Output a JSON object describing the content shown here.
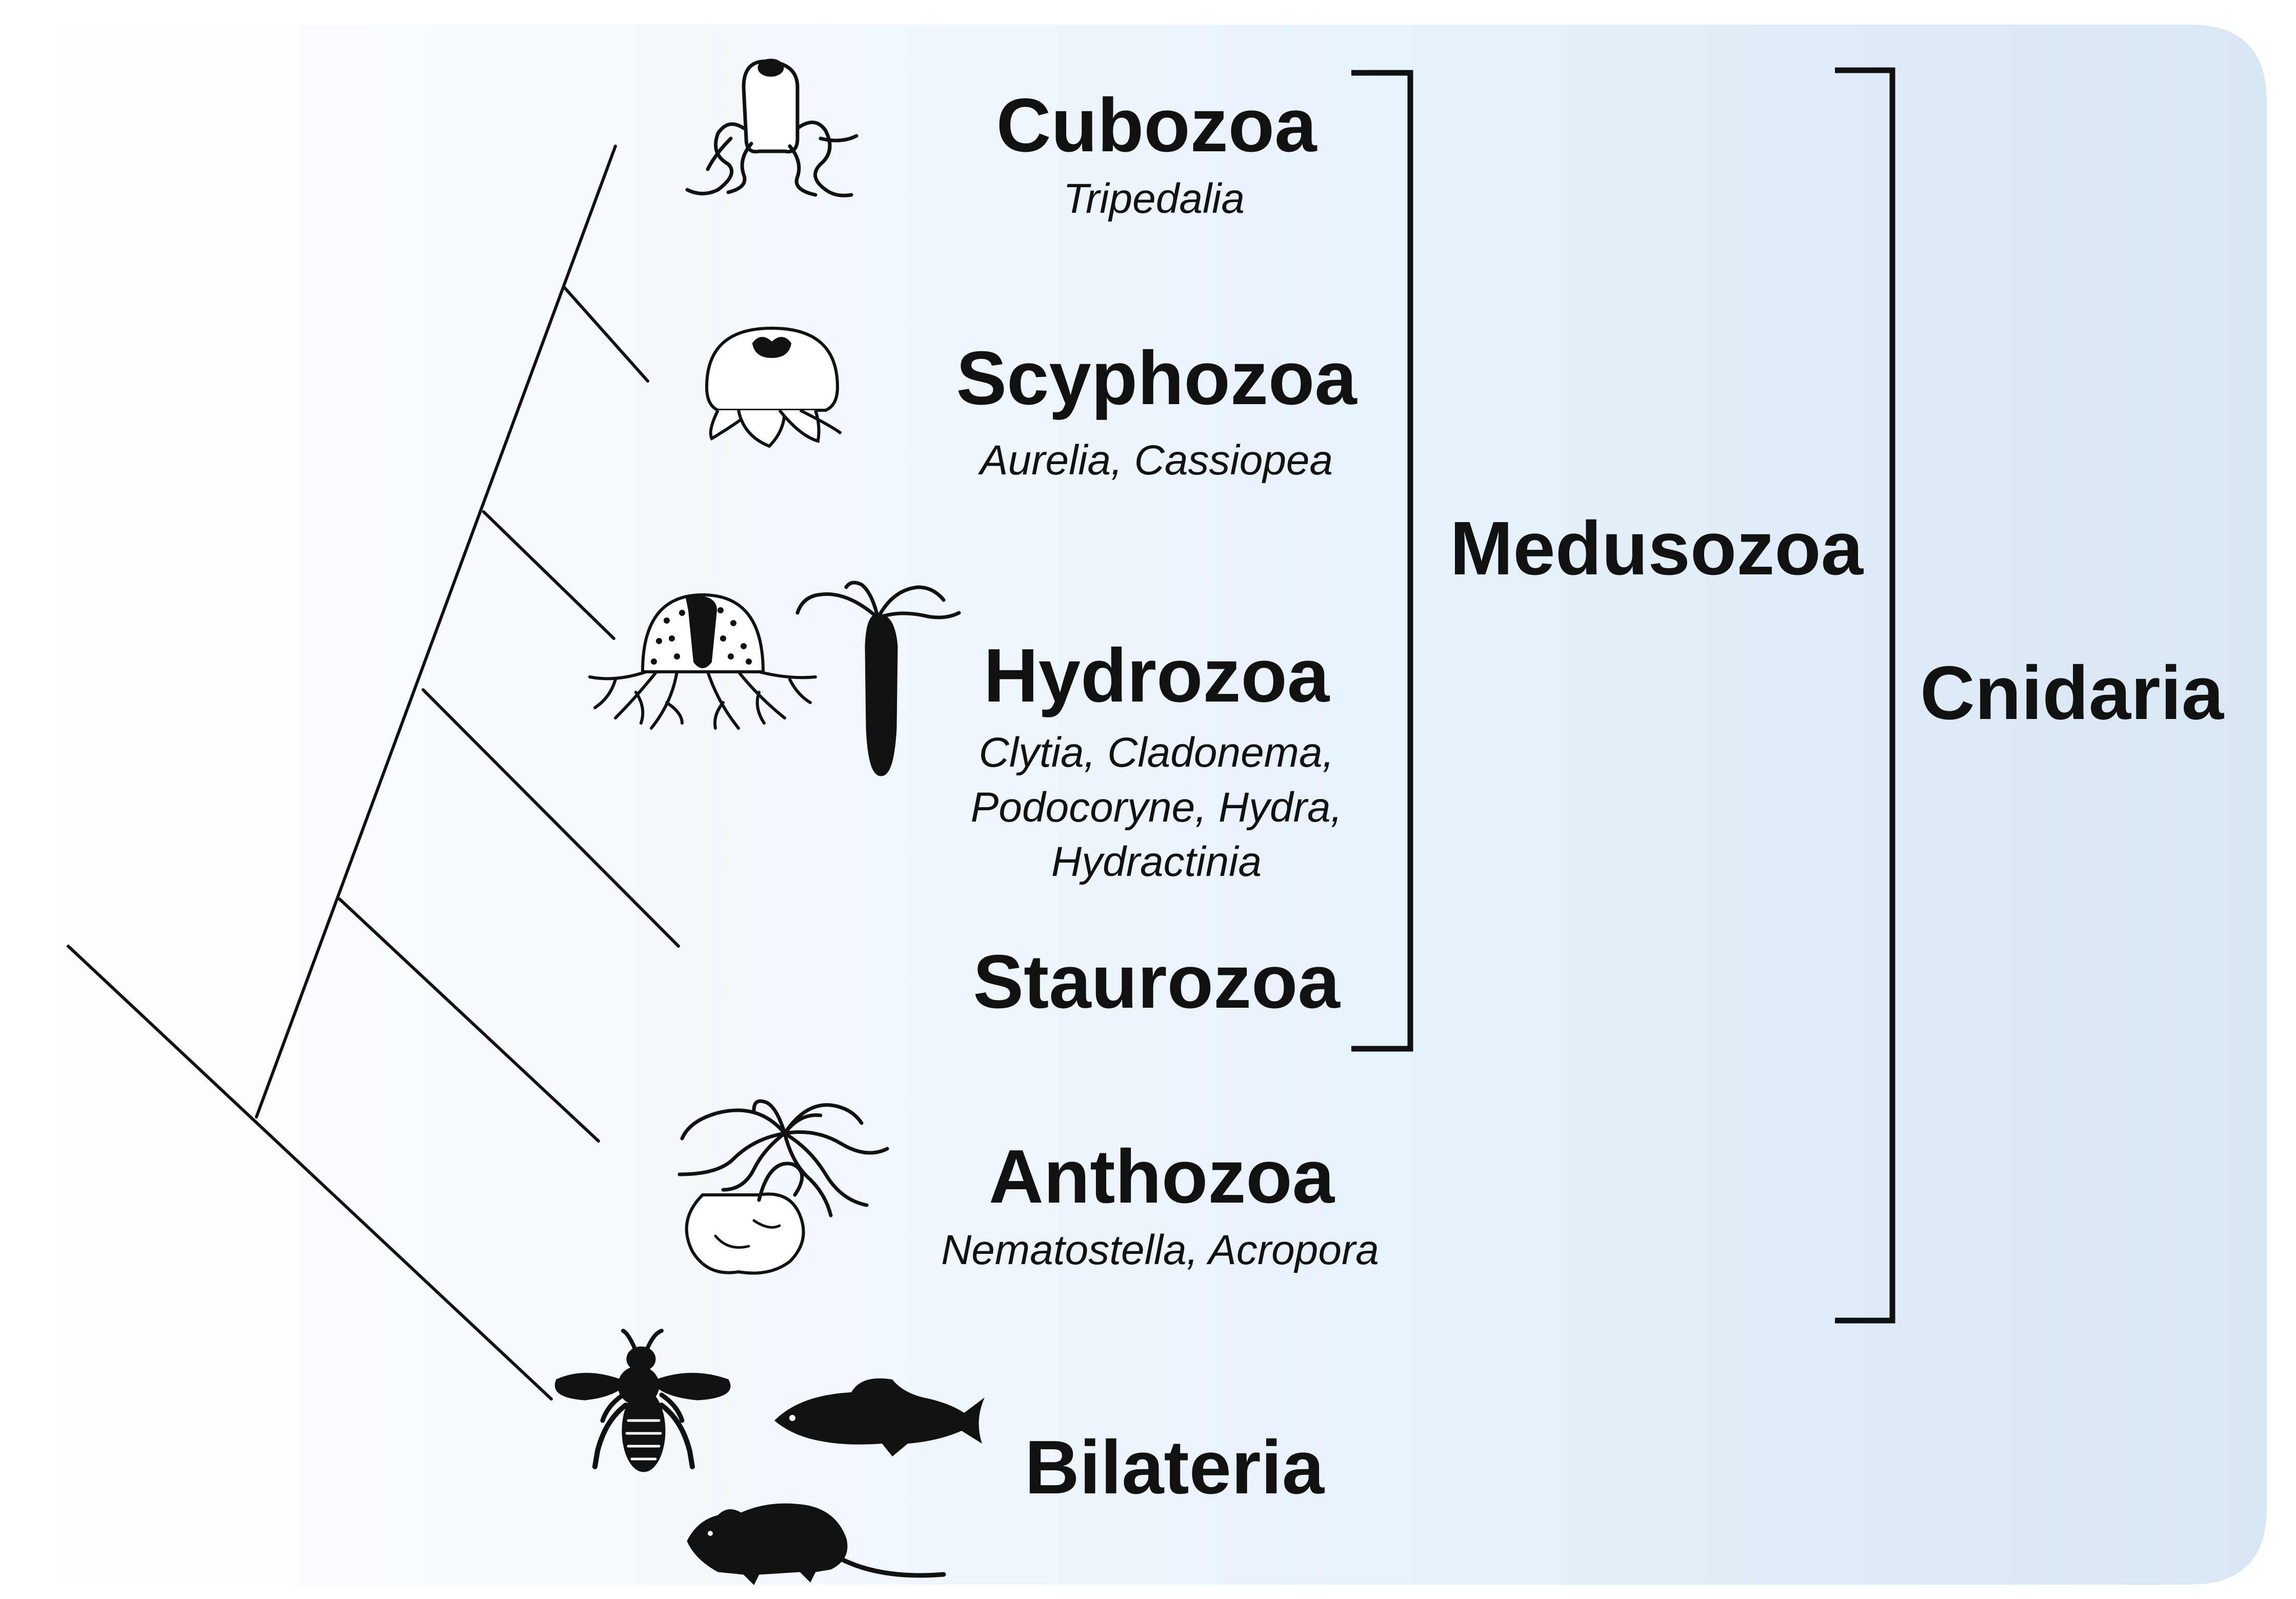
{
  "colors": {
    "panel_gradient_start": "#ffffff",
    "panel_gradient_end": "#dce8f5",
    "ink": "#111111"
  },
  "taxa": {
    "cubozoa": {
      "name": "Cubozoa",
      "genera": [
        "Tripedalia"
      ]
    },
    "scyphozoa": {
      "name": "Scyphozoa",
      "genera": [
        "Aurelia, Cassiopea"
      ]
    },
    "hydrozoa": {
      "name": "Hydrozoa",
      "genera": [
        "Clytia, Cladonema,",
        "Podocoryne, Hydra,",
        "Hydractinia"
      ]
    },
    "staurozoa": {
      "name": "Staurozoa",
      "genera": []
    },
    "anthozoa": {
      "name": "Anthozoa",
      "genera": [
        "Nematostella, Acropora"
      ]
    },
    "bilateria": {
      "name": "Bilateria",
      "genera": []
    }
  },
  "groups": {
    "medusozoa": "Medusozoa",
    "cnidaria": "Cnidaria"
  },
  "icons": [
    "box-jellyfish-icon",
    "moon-jellyfish-icon",
    "hydromedusa-icon",
    "hydra-polyp-icon",
    "sea-anemone-icon",
    "bee-icon",
    "fish-icon",
    "mouse-icon"
  ]
}
